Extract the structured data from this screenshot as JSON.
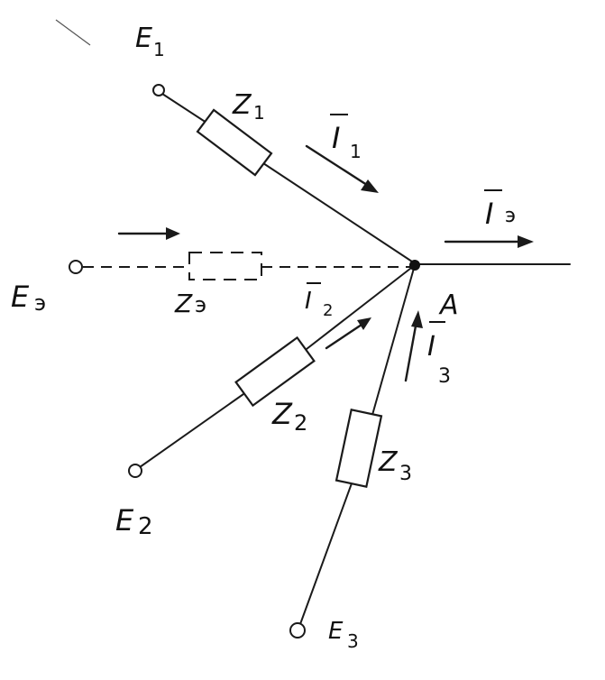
{
  "node": {
    "label": "A"
  },
  "sources": {
    "e1": {
      "main": "E",
      "sub": "1"
    },
    "e2": {
      "main": "E",
      "sub": "2"
    },
    "e3": {
      "main": "E",
      "sub": "3"
    },
    "ee": {
      "main": "E",
      "sub": "э"
    }
  },
  "impedances": {
    "z1": {
      "main": "Z",
      "sub": "1"
    },
    "z2": {
      "main": "Z",
      "sub": "2"
    },
    "z3": {
      "main": "Z",
      "sub": "3"
    },
    "ze": {
      "main": "Z",
      "sub": "э"
    }
  },
  "currents": {
    "i1": {
      "main": "I",
      "sub": "1"
    },
    "i2": {
      "main": "I",
      "sub": "2"
    },
    "i3": {
      "main": "I",
      "sub": "3"
    },
    "ie": {
      "main": "I",
      "sub": "э"
    }
  }
}
